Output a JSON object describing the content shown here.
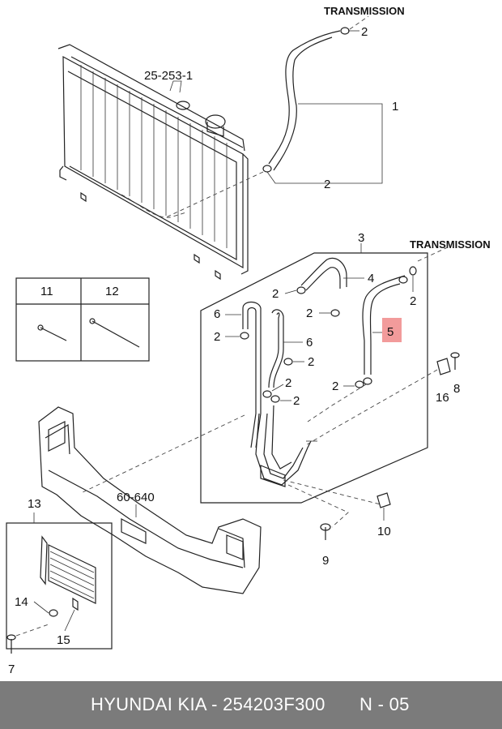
{
  "diagram": {
    "labels": {
      "transmission_top": "TRANSMISSION",
      "transmission_right": "TRANSMISSION",
      "ref_radiator": "25-253-1",
      "ref_crossmember": "60-640",
      "part_1": "1",
      "part_2_top_a": "2",
      "part_2_top_b": "2",
      "part_3": "3",
      "part_4": "4",
      "part_5": "5",
      "part_6_a": "6",
      "part_6_b": "6",
      "part_2_a": "2",
      "part_2_b": "2",
      "part_2_c": "2",
      "part_2_d": "2",
      "part_2_e": "2",
      "part_2_f": "2",
      "part_2_g": "2",
      "part_2_h": "2",
      "part_7": "7",
      "part_8": "8",
      "part_9": "9",
      "part_10": "10",
      "part_11": "11",
      "part_12": "12",
      "part_13": "13",
      "part_14": "14",
      "part_15": "15",
      "part_16": "16"
    },
    "highlight_color": "#f08a8a"
  },
  "footer": {
    "brand": "HYUNDAI  KIA - 254203F300",
    "page": "N - 05"
  }
}
